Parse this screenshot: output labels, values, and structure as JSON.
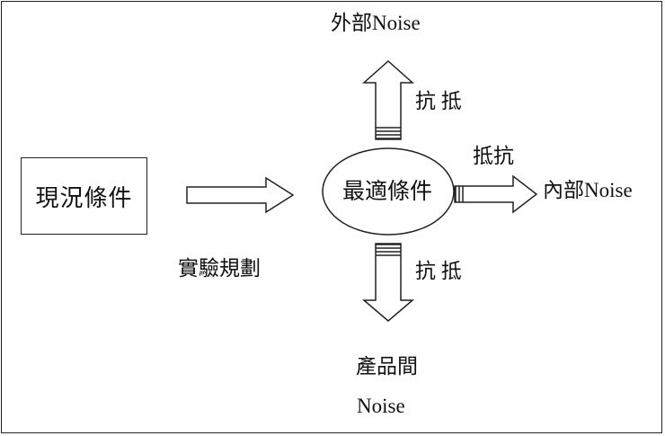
{
  "diagram": {
    "current_conditions": "現況條件",
    "experiment_design": "實驗規劃",
    "optimal_conditions": "最適條件",
    "external_noise": "外部Noise",
    "internal_noise": "內部Noise",
    "between_product_noise_line1": "產品間",
    "between_product_noise_line2": "Noise",
    "resist_top": "抗 抵",
    "resist_right": "抵抗",
    "resist_bottom": "抗 抵"
  }
}
